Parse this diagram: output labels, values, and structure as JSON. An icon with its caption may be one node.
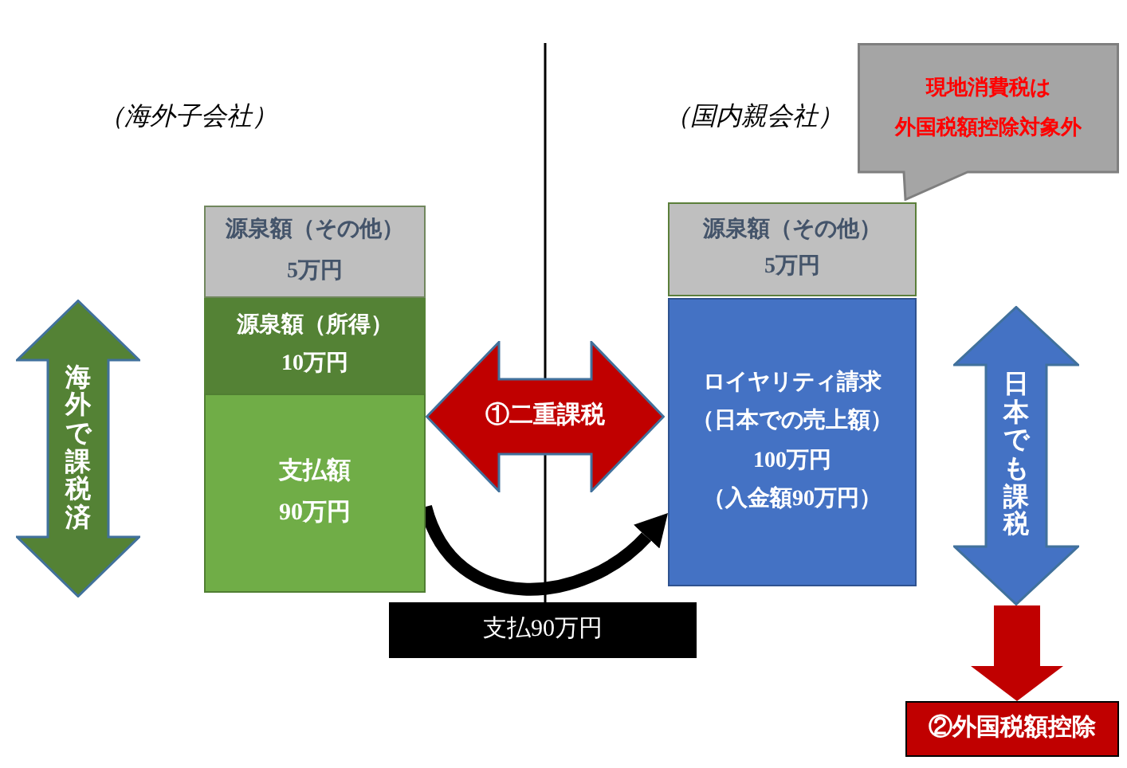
{
  "diagram": {
    "nodes": [
      {
        "text": [
          "現地消費税は",
          "外国税額控除対象外"
        ]
      },
      {
        "text": [
          "海外で課税済"
        ]
      },
      {
        "text": [
          "源泉額（その他）",
          "5万円"
        ]
      },
      {
        "text": [
          "源泉額（所得）",
          "10万円"
        ]
      },
      {
        "text": [
          "支払額",
          "90万円"
        ]
      },
      {
        "text": [
          "①二重課税"
        ]
      },
      {
        "text": [
          "源泉額（その他）",
          "5万円"
        ]
      },
      {
        "text": [
          "ロイヤリティ請求",
          "（日本での売上額）",
          "100万円",
          "（入金額90万円）"
        ]
      },
      {
        "text": [
          "日本でも課税"
        ]
      },
      {
        "text": [
          "支払90万円"
        ]
      },
      {
        "text": [
          "②外国税額控除"
        ]
      }
    ],
    "edges": [
      {
        "from": 4,
        "to": 7,
        "arrow": "to"
      },
      {
        "from": 8,
        "to": 10,
        "arrow": "to",
        "style": "thick",
        "color": "#c00000"
      }
    ],
    "labels": [
      "（海外子会社）",
      "（国内親会社）"
    ]
  }
}
